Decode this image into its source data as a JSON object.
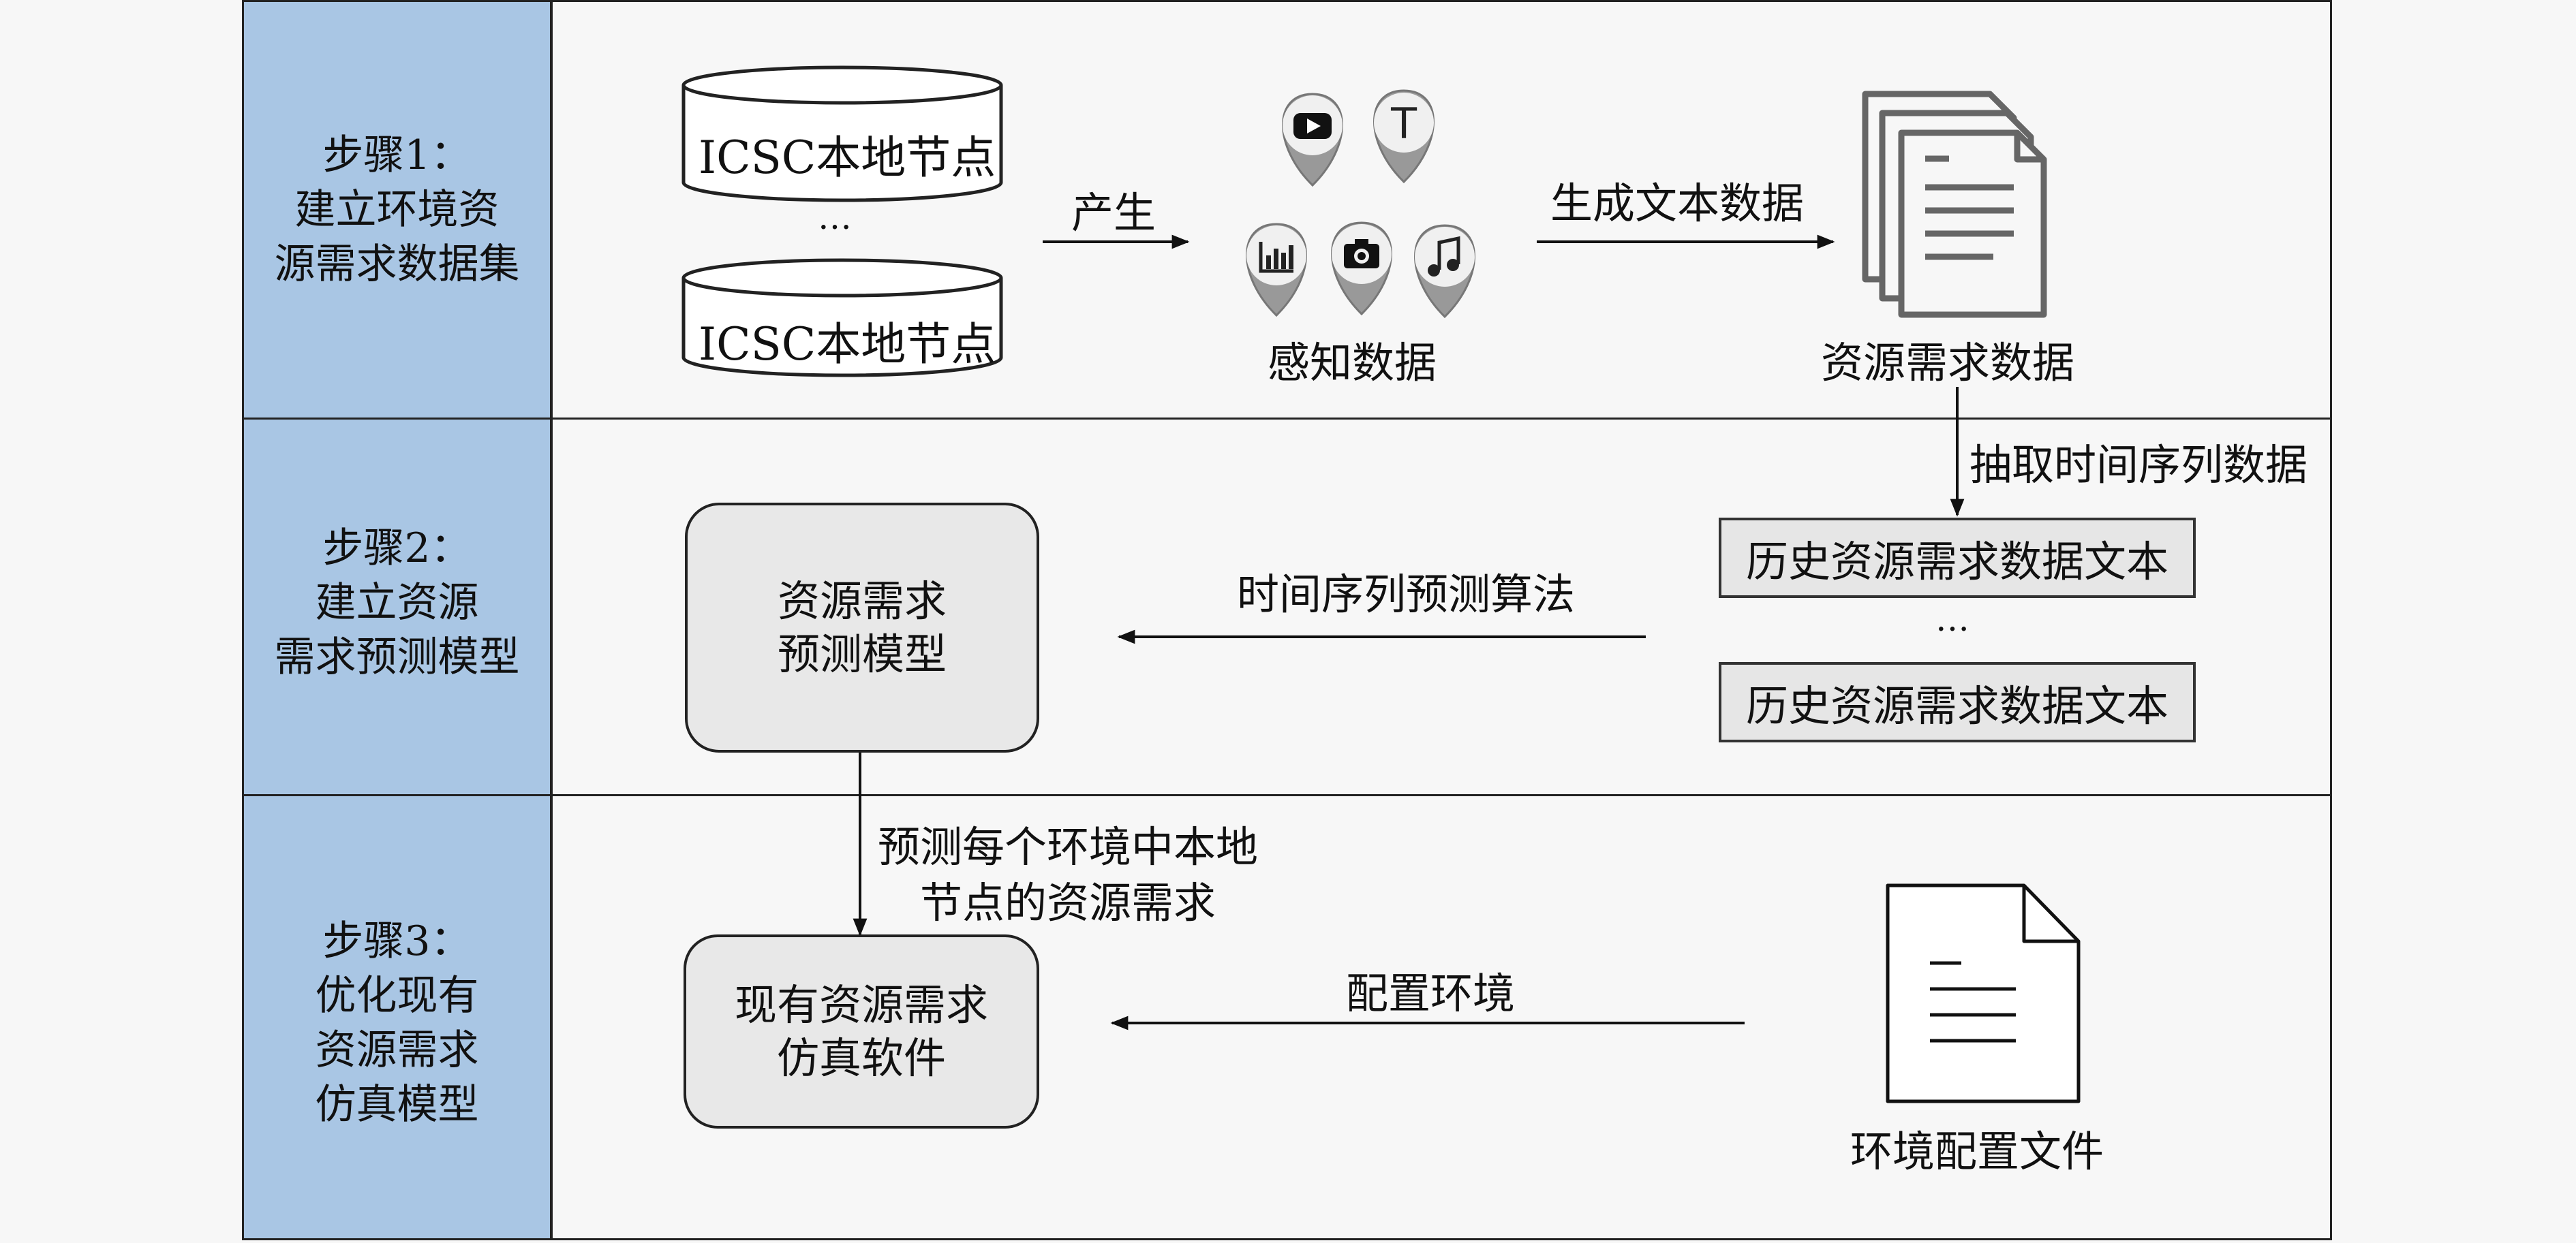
{
  "steps": [
    {
      "lines": [
        "步骤1：",
        "建立环境资",
        "源需求数据集"
      ]
    },
    {
      "lines": [
        "步骤2：",
        "建立资源",
        "需求预测模型"
      ]
    },
    {
      "lines": [
        "步骤3：",
        "优化现有",
        "资源需求",
        "仿真模型"
      ]
    }
  ],
  "row1": {
    "node_top": "ICSC本地节点",
    "ellipsis": "…",
    "node_bottom": "ICSC本地节点",
    "arrow_produce": "产生",
    "sensing_label": "感知数据",
    "arrow_generate": "生成文本数据",
    "resource_data_label": "资源需求数据"
  },
  "row2": {
    "extract_label": "抽取时间序列数据",
    "history_box_1": "历史资源需求数据文本",
    "history_ellipsis": "…",
    "history_box_2": "历史资源需求数据文本",
    "algo_label": "时间序列预测算法",
    "model_line1": "资源需求",
    "model_line2": "预测模型"
  },
  "row3": {
    "predict_line1": "预测每个环境中本地",
    "predict_line2": "节点的资源需求",
    "sim_line1": "现有资源需求",
    "sim_line2": "仿真软件",
    "config_label": "配置环境",
    "file_label": "环境配置文件"
  },
  "icons": [
    "youtube-pin-icon",
    "text-pin-icon",
    "chart-pin-icon",
    "camera-pin-icon",
    "music-pin-icon",
    "documents-stack-icon",
    "document-file-icon"
  ]
}
